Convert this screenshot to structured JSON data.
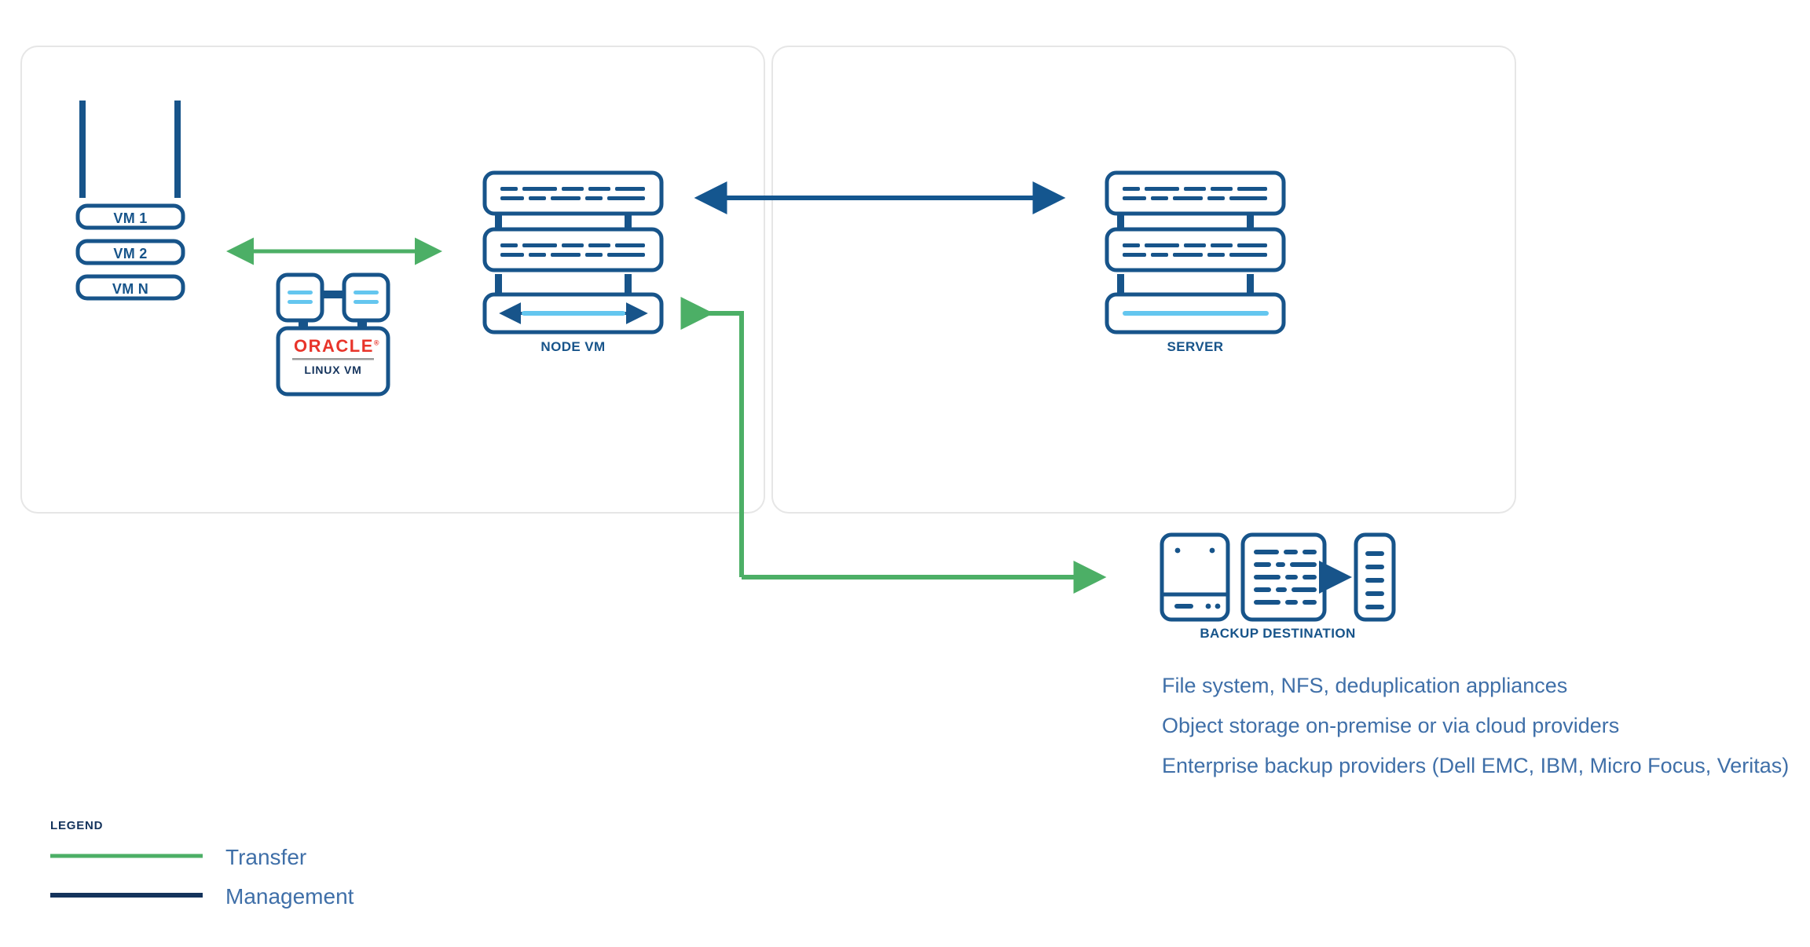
{
  "colors": {
    "navy": "#17548a",
    "navy_dark": "#14335c",
    "green": "#4caf66",
    "light_blue": "#64c6ef",
    "panel_border": "#e6e6e6",
    "oracle_red": "#e8342a",
    "note_text": "#3f6fa8",
    "oracle_rule": "#9a9a9a"
  },
  "nodes": {
    "vm_stack": {
      "name": "vm-stack",
      "items": [
        {
          "label": "VM 1"
        },
        {
          "label": "VM 2"
        },
        {
          "label": "VM N"
        }
      ]
    },
    "oracle_vm": {
      "name": "oracle-linux-vm",
      "brand": "ORACLE",
      "trademark": "®",
      "caption": "LINUX VM"
    },
    "node_vm": {
      "name": "node-vm",
      "caption": "NODE VM"
    },
    "server": {
      "name": "server",
      "caption": "SERVER"
    },
    "backup_destination": {
      "name": "backup-destination",
      "caption": "BACKUP DESTINATION"
    }
  },
  "notes": [
    "File system, NFS, deduplication appliances",
    "Object storage on-premise or via cloud providers",
    "Enterprise backup providers (Dell EMC, IBM, Micro Focus, Veritas)"
  ],
  "legend": {
    "title": "LEGEND",
    "items": [
      {
        "label": "Transfer",
        "color": "#4caf66"
      },
      {
        "label": "Management",
        "color": "#14335c"
      }
    ]
  },
  "connections": [
    {
      "name": "transfer-vm-to-oracle",
      "type": "transfer",
      "arrows": "both"
    },
    {
      "name": "management-nodevm-to-server",
      "type": "management",
      "arrows": "both"
    },
    {
      "name": "transfer-nodevm-to-backup",
      "type": "transfer",
      "arrows": "both"
    }
  ]
}
